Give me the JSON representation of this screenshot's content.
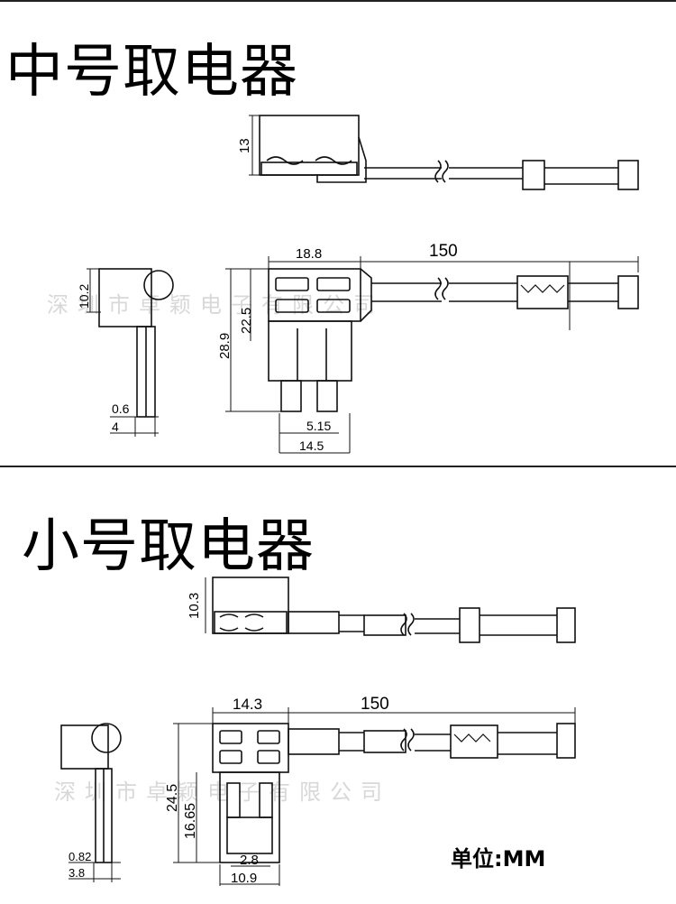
{
  "medium": {
    "title": "中号取电器",
    "watermark": "深圳市卓颖电子有限公司",
    "dims": {
      "side_height": "13",
      "top_width": "18.8",
      "wire_length": "150",
      "end_height": "10.2",
      "blade_thick": "0.6",
      "end_width": "4",
      "inner_height": "22.5",
      "total_height": "28.9",
      "blade_width": "5.15",
      "body_width": "14.5"
    }
  },
  "small": {
    "title": "小号取电器",
    "watermark": "深圳市卓颖电子有限公司",
    "dims": {
      "side_height": "10.3",
      "top_width": "14.3",
      "wire_length": "150",
      "total_height": "24.5",
      "inner_height": "16.65",
      "blade_thick": "0.82",
      "end_width": "3.8",
      "blade_width": "2.8",
      "body_width": "10.9"
    },
    "unit_label": "单位:MM"
  }
}
